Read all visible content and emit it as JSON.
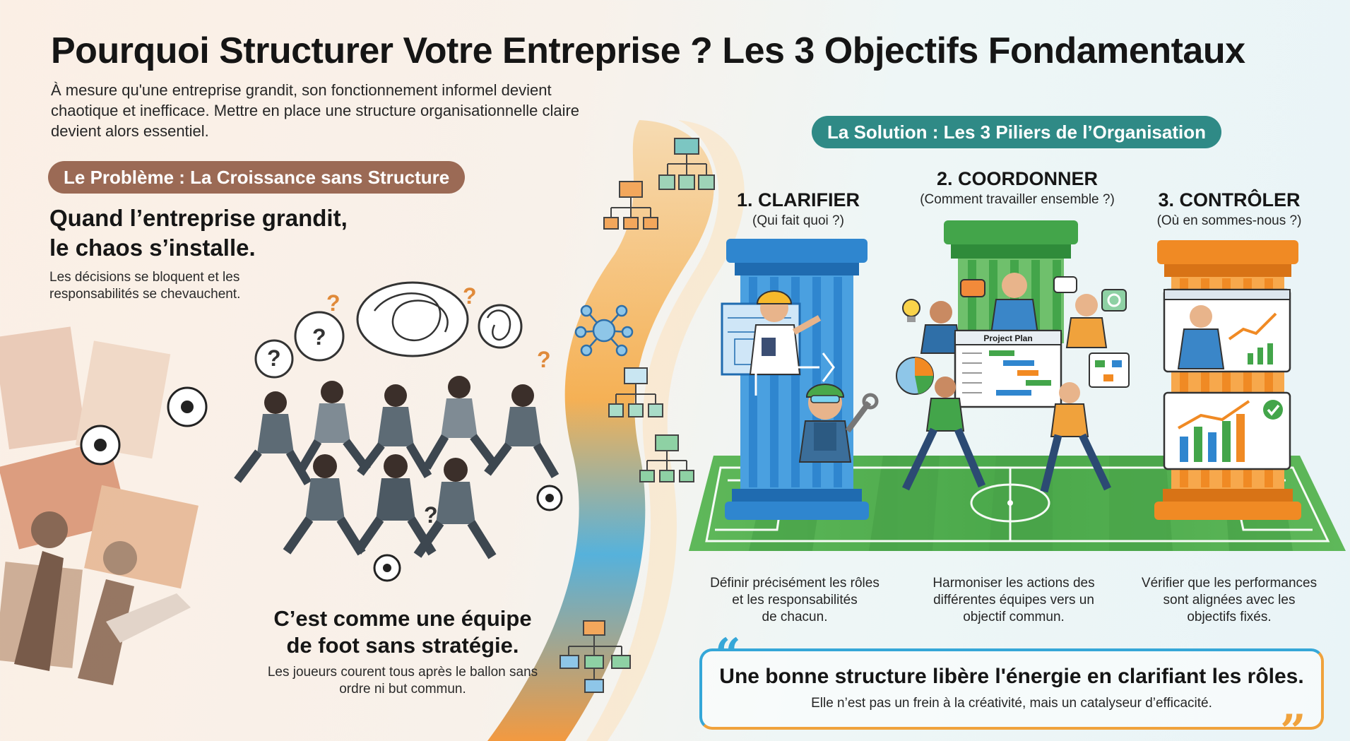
{
  "header": {
    "title": "Pourquoi Structurer Votre Entreprise ? Les 3 Objectifs Fondamentaux",
    "intro": "À mesure qu'une entreprise grandit, son fonctionnement informel devient chaotique et inefficace. Mettre en place une structure organisationnelle claire devient alors essentiel."
  },
  "problem": {
    "pill": "Le Problème : La Croissance sans Structure",
    "heading_line1": "Quand l’entreprise grandit,",
    "heading_line2": "le chaos s’installe.",
    "subtext": "Les décisions se bloquent et les responsabilités se chevauchent.",
    "analogy_line1": "C’est comme une équipe",
    "analogy_line2": "de foot sans stratégie.",
    "analogy_sub": "Les joueurs courent tous après le ballon sans ordre ni but commun."
  },
  "solution": {
    "pill": "La Solution : Les 3 Piliers de l’Organisation",
    "pillars": [
      {
        "title": "1. CLARIFIER",
        "question": "(Qui fait quoi ?)",
        "desc_line1": "Définir précisément les rôles",
        "desc_line2": "et les responsabilités",
        "desc_line3": "de chacun.",
        "color": "#2f86cf"
      },
      {
        "title": "2. COORDONNER",
        "question": "(Comment travailler ensemble ?)",
        "desc_line1": "Harmoniser les actions des",
        "desc_line2": "différentes équipes vers un",
        "desc_line3": "objectif commun.",
        "color": "#43a54a"
      },
      {
        "title": "3. CONTRÔLER",
        "question": "(Où en sommes-nous ?)",
        "desc_line1": "Vérifier que les performances",
        "desc_line2": "sont alignées avec les",
        "desc_line3": "objectifs fixés.",
        "color": "#f08a24"
      }
    ],
    "project_plan_label": "Project Plan"
  },
  "quote": {
    "main": "Une bonne structure libère l'énergie en clarifiant les rôles.",
    "sub": "Elle n’est pas un frein à la créativité, mais un catalyseur d’efficacité.",
    "open_mark": "“",
    "close_mark": "”"
  },
  "colors": {
    "problem_accent": "#9b6a55",
    "solution_accent": "#2f8a86",
    "blue": "#2f86cf",
    "green": "#43a54a",
    "orange": "#f08a24",
    "pitch": "#4fae4f"
  }
}
